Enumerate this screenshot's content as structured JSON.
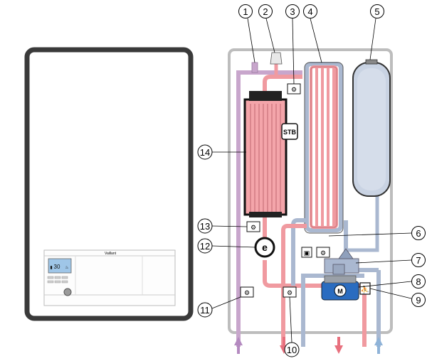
{
  "device": {
    "brand": "Vaillant",
    "display_value": "30"
  },
  "diagram": {
    "stb_label": "STB",
    "motor_label": "M",
    "pump_label": "e",
    "callouts": [
      {
        "id": "c1",
        "text": "1"
      },
      {
        "id": "c2",
        "text": "2"
      },
      {
        "id": "c3",
        "text": "3"
      },
      {
        "id": "c4",
        "text": "4"
      },
      {
        "id": "c5",
        "text": "5"
      },
      {
        "id": "c6",
        "text": "6"
      },
      {
        "id": "c7",
        "text": "7"
      },
      {
        "id": "c8",
        "text": "8"
      },
      {
        "id": "c9",
        "text": "9"
      },
      {
        "id": "c10",
        "text": "10"
      },
      {
        "id": "c11",
        "text": "11"
      },
      {
        "id": "c12",
        "text": "12"
      },
      {
        "id": "c13",
        "text": "13"
      },
      {
        "id": "c14",
        "text": "14"
      }
    ]
  },
  "colors": {
    "hot": "#f09aa0",
    "cold": "#aab8d0",
    "purple": "#c8a6cc",
    "frame": "#bdbdbd",
    "arrow_purple": "#b48ac0",
    "arrow_red": "#e8707e",
    "arrow_blue": "#8fb3d8"
  }
}
